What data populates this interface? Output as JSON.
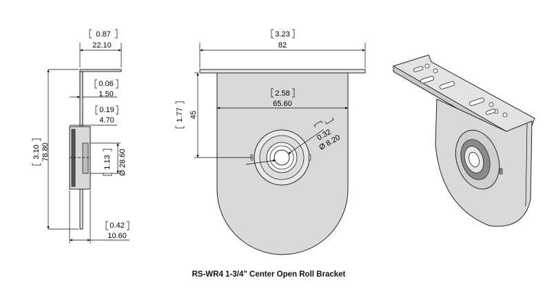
{
  "side_view": {
    "width_in": "0.87",
    "width_mm": "22.10",
    "thickness_in": "0.06",
    "thickness_mm": "1.50",
    "offset_in": "0.19",
    "offset_mm": "4.70",
    "height_in": "3.10",
    "height_mm": "78.80",
    "bearing_in": "1.13",
    "bearing_mm": "Ø 28.60",
    "base_in": "0.42",
    "base_mm": "10.60"
  },
  "front_view": {
    "overall_width_in": "3.23",
    "overall_width_mm": "82",
    "plate_width_in": "2.58",
    "plate_width_mm": "65.60",
    "center_height_in": "1.77",
    "center_height_mm": "45",
    "bore_in": "0.32",
    "bore_mm": "Ø 8.20"
  },
  "caption": "RS-WR4 1-3/4\" Center Open Roll Bracket",
  "colors": {
    "line": "#000000",
    "part_fill": "#d9d9d9",
    "part_fill_dark": "#bdbdbd",
    "bearing_fill": "#e8e8e8"
  }
}
